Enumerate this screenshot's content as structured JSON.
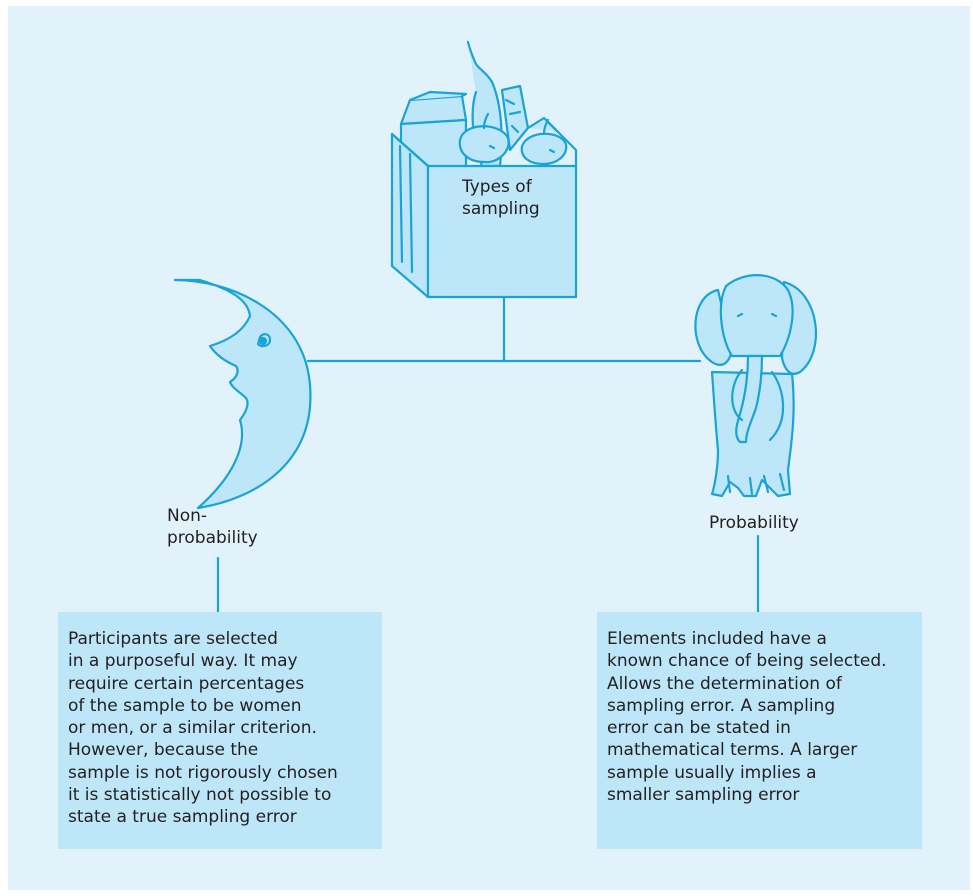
{
  "diagram": {
    "root_label": "Types of\nsampling",
    "branches": [
      {
        "label": "Non-\nprobability",
        "icon": "moon-icon",
        "description": "Participants are selected\nin a purposeful way. It may\nrequire certain percentages\nof the sample to be women\nor men, or a similar criterion.\nHowever, because the\nsample is not rigorously chosen\nit is statistically not possible to\nstate a true sampling error"
      },
      {
        "label": "Probability",
        "icon": "elephant-icon",
        "description": "Elements included have a\nknown chance of being selected.\nAllows the determination of\nsampling error. A sampling\nerror can be stated in\nmathematical terms. A larger\nsample usually implies a\nsmaller sampling error"
      }
    ],
    "colors": {
      "background": "#e1f2fb",
      "fill": "#bde6f8",
      "stroke": "#1aa3d5",
      "text": "#231f20"
    }
  }
}
